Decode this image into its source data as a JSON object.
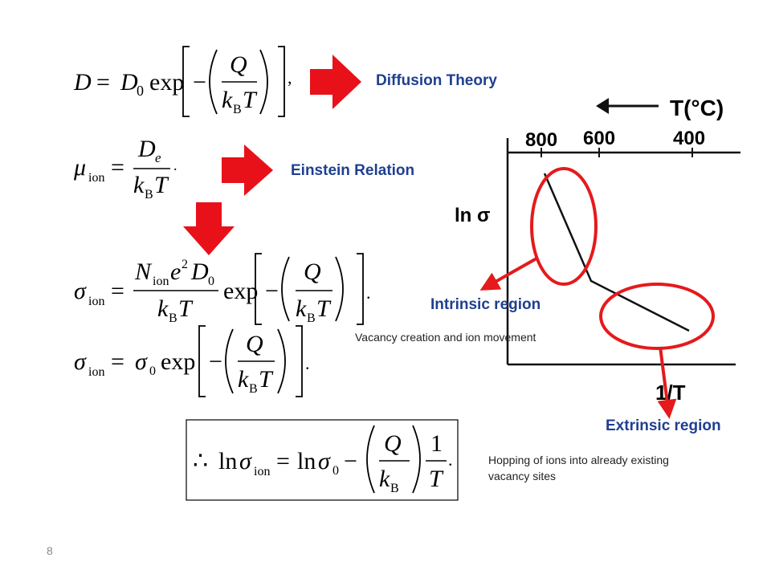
{
  "labels": {
    "diffusion_theory": "Diffusion Theory",
    "einstein_relation": "Einstein Relation",
    "intrinsic_region": "Intrinsic region",
    "extrinsic_region": "Extrinsic region"
  },
  "notes": {
    "vacancy_creation": "Vacancy creation and ion movement",
    "hopping_line1": "Hopping of ions into already existing",
    "hopping_line2": "vacancy sites"
  },
  "slide_number": "8",
  "equations": {
    "diffusion": {
      "D": "D",
      "eq": "=",
      "D0": "D",
      "sub0": "0",
      "exp": "exp",
      "Q": "Q",
      "kB": "k",
      "subB": "B",
      "T": "T",
      "comma": ","
    },
    "einstein": {
      "mu": "μ",
      "subion": "ion",
      "eq": "=",
      "De": "D",
      "sube": "e",
      "kB": "k",
      "subB": "B",
      "T": "T",
      "dot": "."
    },
    "sigma1": {
      "sigma": "σ",
      "subion": "ion",
      "eq": "=",
      "N": "N",
      "subionN": "ion",
      "e": "e",
      "sup2": "2",
      "D": "D",
      "sub0": "0",
      "kB": "k",
      "subB": "B",
      "T": "T",
      "exp": "exp",
      "Q": "Q",
      "kB2": "k",
      "subB2": "B",
      "T2": "T",
      "dot": "."
    },
    "sigma2": {
      "sigma": "σ",
      "subion": "ion",
      "eq": "=",
      "sigma0": "σ",
      "sub0": "0",
      "exp": "exp",
      "Q": "Q",
      "kB": "k",
      "subB": "B",
      "T": "T",
      "dot": "."
    },
    "ln": {
      "therefore": "∴",
      "ln": "ln",
      "sigma": "σ",
      "subion": "ion",
      "eq": "=",
      "ln2": "ln",
      "sigma0": "σ",
      "sub0": "0",
      "minus": "−",
      "Q": "Q",
      "kB": "k",
      "subB": "B",
      "one": "1",
      "T": "T",
      "dot": "."
    }
  },
  "graph": {
    "top_axis_title": "T(°C)",
    "top_ticks": [
      "800",
      "600",
      "400"
    ],
    "ylabel": "ln σ",
    "xlabel": "1/T"
  },
  "colors": {
    "arrow_red": "#e8111a",
    "label_blue": "#1f3f8f",
    "ellipse_red": "#e41a1c"
  }
}
